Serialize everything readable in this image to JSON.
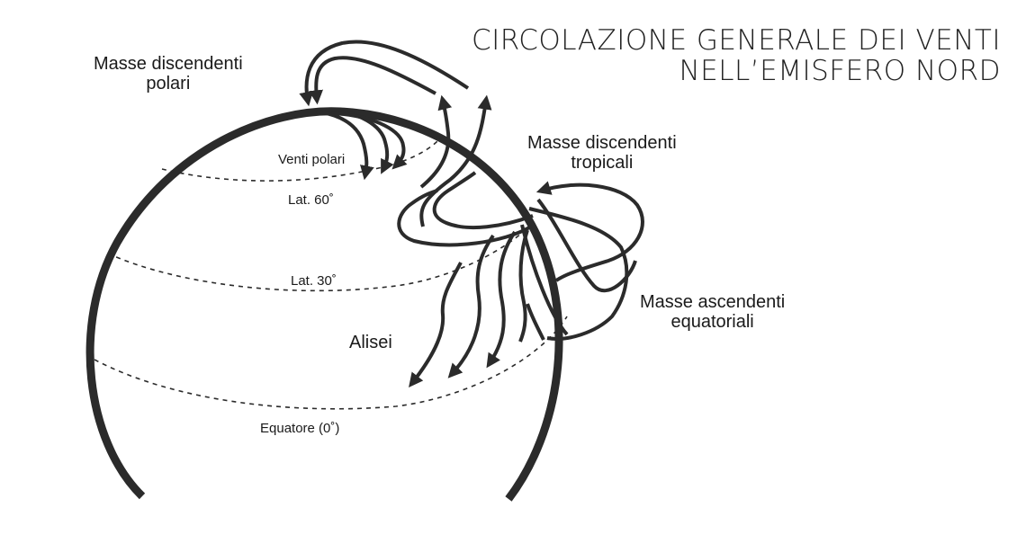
{
  "title": {
    "line1": "CIRCOLAZIONE GENERALE DEI VENTI",
    "line2": "NELL’EMISFERO NORD"
  },
  "labels": {
    "polar_descending_1": "Masse discendenti",
    "polar_descending_2": "polari",
    "tropical_descending_1": "Masse discendenti",
    "tropical_descending_2": "tropicali",
    "equatorial_ascending_1": "Masse ascendenti",
    "equatorial_ascending_2": "equatoriali",
    "polar_winds": "Venti polari",
    "lat60": "Lat. 60˚",
    "lat30": "Lat. 30˚",
    "trade_winds": "Alisei",
    "equator": "Equatore (0˚)"
  },
  "colors": {
    "line": "#2b2b2b",
    "background": "#ffffff"
  }
}
